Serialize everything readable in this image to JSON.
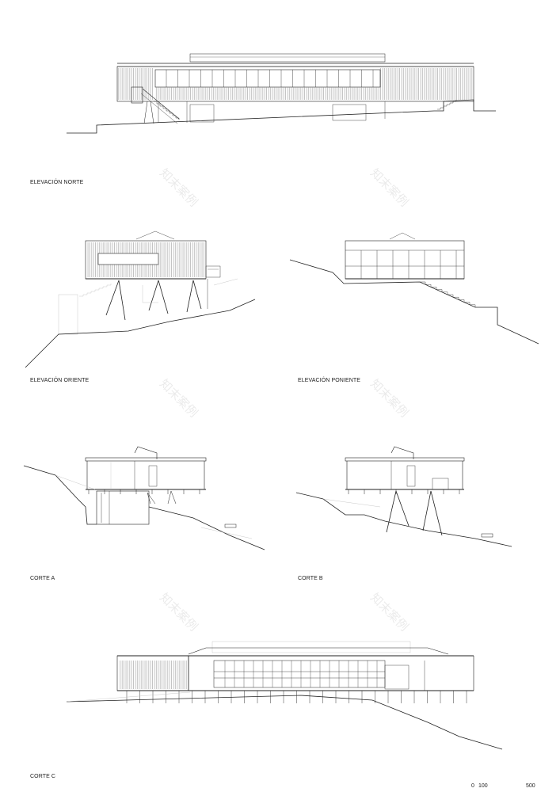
{
  "labels": {
    "north": "ELEVACIÓN NORTE",
    "east": "ELEVACIÓN ORIENTE",
    "west": "ELEVACIÓN PONIENTE",
    "section_a": "CORTE A",
    "section_b": "CORTE B",
    "section_c": "CORTE C"
  },
  "scale_bar": {
    "zero": "0",
    "mid": "100",
    "end": "500"
  },
  "watermark": "知末案例",
  "colors": {
    "line": "#222222",
    "hatch": "#9a9a9a",
    "light": "#bbbbbb"
  }
}
